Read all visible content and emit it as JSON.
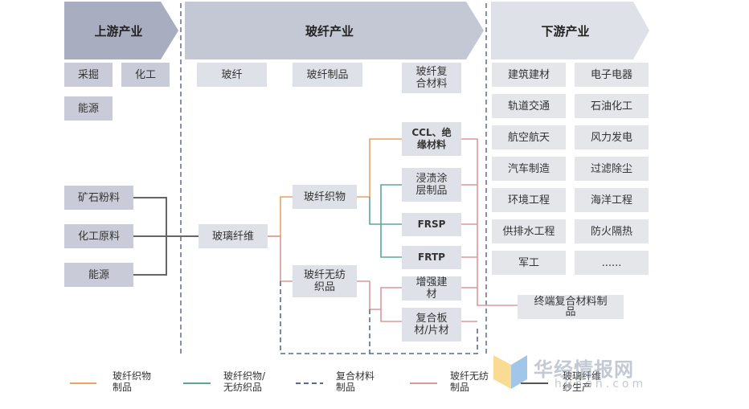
{
  "stages": {
    "upstream": "上游产业",
    "midstream": "玻纤产业",
    "downstream": "下游产业"
  },
  "upstream_items": [
    "采掘",
    "化工",
    "能源"
  ],
  "mid_items": [
    "玻纤",
    "玻纤制品",
    "玻纤复\n合材料"
  ],
  "downstream_items": [
    "建筑建材",
    "电子电器",
    "轨道交通",
    "石油化工",
    "航空航天",
    "风力发电",
    "汽车制造",
    "过滤除尘",
    "环境工程",
    "海洋工程",
    "供排水工程",
    "防火隔热",
    "军工",
    "......"
  ],
  "raw_inputs": [
    "矿石粉料",
    "化工原料",
    "能源"
  ],
  "flow": {
    "glass_fiber": "玻璃纤维",
    "fabric": "玻纤织物",
    "nonwoven": "玻纤无纺\n织品",
    "ccl": "CCL、绝\n缘材料",
    "impregnated": "浸渍涂\n层制品",
    "frsp": "FRSP",
    "frtp": "FRTP",
    "reinforced": "增强建\n材",
    "composite_board": "复合板\n材/片材",
    "end_product": "终端复合材料制\n品"
  },
  "legend": [
    {
      "label": "玻纤织物\n制品",
      "color": "#f0a060",
      "style": "solid"
    },
    {
      "label": "玻纤织物/\n无纺织品",
      "color": "#5aa79a",
      "style": "solid"
    },
    {
      "label": "复合材料\n制品",
      "color": "#5a6a8a",
      "style": "dashed"
    },
    {
      "label": "玻纤无纺\n制品",
      "color": "#d99a9a",
      "style": "solid"
    },
    {
      "label": "玻璃纤维\n纱生产",
      "color": "#555555",
      "style": "solid"
    }
  ],
  "watermark": {
    "cn": "华经情报网",
    "en": "huaon.com"
  },
  "colors": {
    "orange": "#f0a060",
    "teal": "#5aa79a",
    "navy": "#5a6a8a",
    "pink": "#d99a9a",
    "gray": "#666666"
  }
}
